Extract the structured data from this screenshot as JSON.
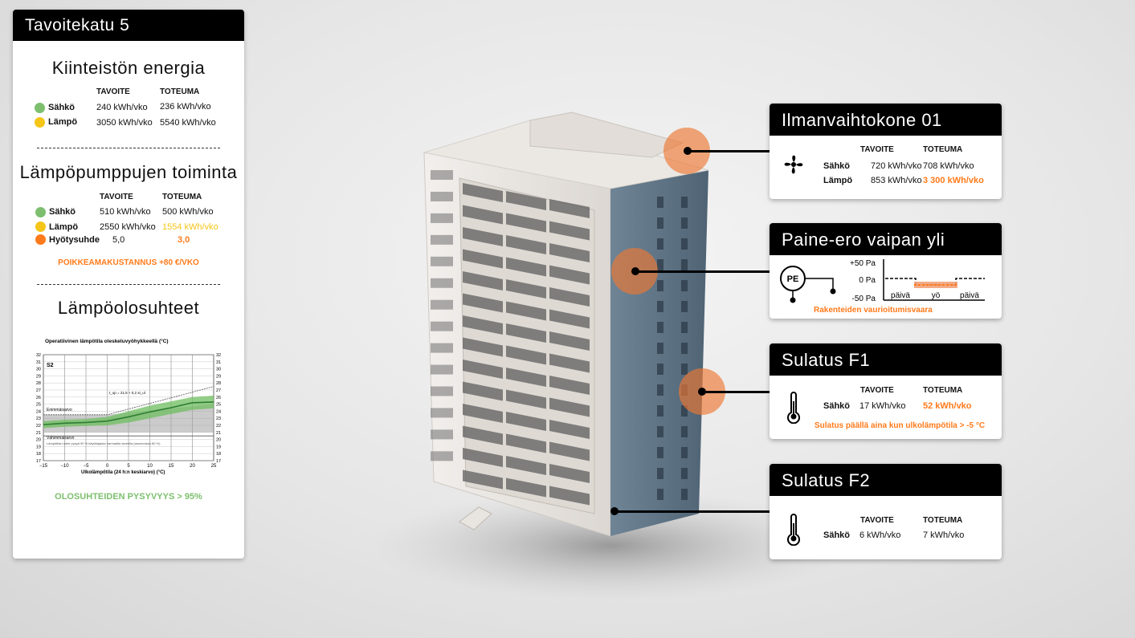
{
  "panel": {
    "title": "Tavoitekatu 5",
    "energy": {
      "title": "Kiinteistön energia",
      "col_target": "TAVOITE",
      "col_actual": "TOTEUMA",
      "rows": [
        {
          "label": "Sähkö",
          "target": "240 kWh/vko",
          "actual": "236 kWh/vko",
          "dot": "#7dbf6e"
        },
        {
          "label": "Lämpö",
          "target": "3050 kWh/vko",
          "actual": "5540 kWh/vko",
          "dot": "#f5c518"
        }
      ]
    },
    "heatpump": {
      "title": "Lämpöpumppujen toiminta",
      "col_target": "TAVOITE",
      "col_actual": "TOTEUMA",
      "rows": [
        {
          "label": "Sähkö",
          "target": "510 kWh/vko",
          "actual": "500 kWh/vko",
          "dot": "#7dbf6e"
        },
        {
          "label": "Lämpö",
          "target": "2550 kWh/vko",
          "actual": "1554 kWh/vko",
          "dot": "#f5c518"
        },
        {
          "label": "Hyötysuhde",
          "target": "5,0",
          "actual": "3,0",
          "dot": "#ff7a1a"
        }
      ],
      "note": "POIKKEAMAKUSTANNUS +80 €/VKO"
    },
    "conditions": {
      "title": "Lämpöolosuhteet",
      "chart_title": "Operatiivinen lämpötila oleskeluvyöhykkeellä (°C)",
      "class_label": "S2",
      "upper_label": "Enimmäisarvo",
      "lower_label": "Vähimmäisarvo",
      "footnote": "Lämpötilan tulee pysyä 90 % käyttöajasta harmaalla alueella (asunnoissa 80 %)",
      "formula": "t_op = 21,5 + 0,2 xt_ul",
      "xlabel": "Ulkolämpötila (24 h:n keskiarvo) (°C)",
      "note": "OLOSUHTEIDEN PYSYVYYS > 95%"
    }
  },
  "chart_data": {
    "type": "area",
    "title": "Operatiivinen lämpötila oleskeluvyöhykkeellä (°C)",
    "xlabel": "Ulkolämpötila (24 h:n keskiarvo) (°C)",
    "ylabel": "",
    "x_ticks": [
      -15,
      -10,
      -5,
      0,
      5,
      10,
      15,
      20,
      25
    ],
    "y_ticks": [
      17,
      18,
      19,
      20,
      21,
      22,
      23,
      24,
      25,
      26,
      27,
      28,
      29,
      30,
      31,
      32
    ],
    "xlim": [
      -15,
      25
    ],
    "ylim": [
      17,
      32
    ],
    "grid": true,
    "series": [
      {
        "name": "Enimmäisarvo",
        "x": [
          -15,
          0,
          25
        ],
        "y": [
          23.5,
          23.5,
          27.5
        ]
      },
      {
        "name": "Vähimmäisarvo",
        "x": [
          -15,
          25
        ],
        "y": [
          20.5,
          20.5
        ]
      },
      {
        "name": "",
        "x": [
          -15,
          -10,
          -5,
          0,
          5,
          10,
          15,
          20,
          25
        ],
        "y": [
          22.1,
          22.3,
          22.4,
          22.6,
          23.2,
          23.9,
          24.5,
          25.2,
          25.3
        ]
      }
    ],
    "band_gray": {
      "x": [
        -15,
        0,
        25
      ],
      "lower": [
        21,
        21,
        21
      ],
      "upper": [
        23.5,
        23.5,
        25
      ]
    },
    "band_green": {
      "x": [
        -15,
        -10,
        -5,
        0,
        5,
        10,
        15,
        20,
        25
      ],
      "lower": [
        21.6,
        21.8,
        21.9,
        22.0,
        22.4,
        23.0,
        23.6,
        24.2,
        24.4
      ],
      "upper": [
        22.6,
        22.8,
        22.9,
        23.2,
        24.0,
        24.8,
        25.4,
        26.0,
        26.2
      ]
    }
  },
  "cards": {
    "ventilation": {
      "title": "Ilmanvaihtokone 01",
      "icon": "fan-icon",
      "col_target": "TAVOITE",
      "col_actual": "TOTEUMA",
      "rows": [
        {
          "label": "Sähkö",
          "target": "720 kWh/vko",
          "actual": "708 kWh/vko"
        },
        {
          "label": "Lämpö",
          "target": "853 kWh/vko",
          "actual": "3 300 kWh/vko"
        }
      ]
    },
    "pressure": {
      "title": "Paine-ero vaipan yli",
      "icon_text": "PE",
      "y_top": "+50 Pa",
      "y_mid": "0 Pa",
      "y_bottom": "-50 Pa",
      "periods": [
        "päivä",
        "yö",
        "päivä"
      ],
      "warning": "Rakenteiden vaurioitumisvaara"
    },
    "melt_f1": {
      "title": "Sulatus F1",
      "icon": "thermometer-icon",
      "col_target": "TAVOITE",
      "col_actual": "TOTEUMA",
      "rows": [
        {
          "label": "Sähkö",
          "target": "17 kWh/vko",
          "actual": "52 kWh/vko"
        }
      ],
      "note": "Sulatus päällä aina kun ulkolämpötila > -5 °C"
    },
    "melt_f2": {
      "title": "Sulatus F2",
      "icon": "thermometer-icon",
      "col_target": "TAVOITE",
      "col_actual": "TOTEUMA",
      "rows": [
        {
          "label": "Sähkö",
          "target": "6 kWh/vko",
          "actual": "7 kWh/vko"
        }
      ]
    }
  },
  "colors": {
    "accent": "#ff7a1a",
    "yellow": "#f5c518",
    "green": "#7dbf6e",
    "header": "#000000"
  }
}
